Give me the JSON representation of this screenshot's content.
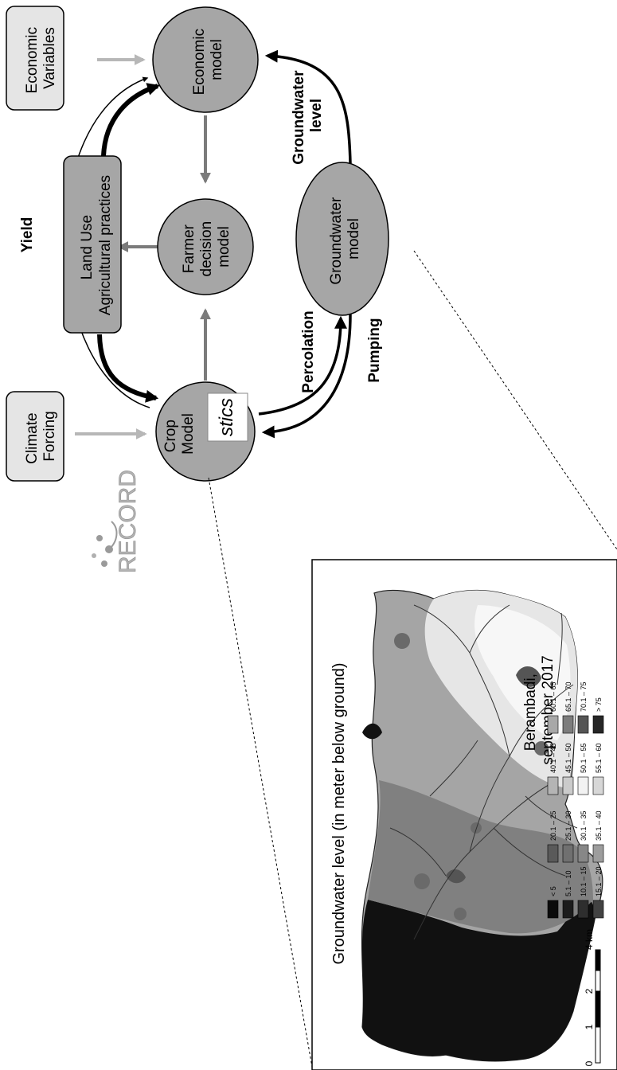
{
  "diagram": {
    "boxes": {
      "economic_variables": [
        "Economic",
        "Variables"
      ],
      "climate_forcing": [
        "Climate",
        "Forcing"
      ],
      "land_use": [
        "Land Use",
        "Agricultural practices"
      ]
    },
    "nodes": {
      "economic_model": [
        "Economic",
        "model"
      ],
      "farmer_decision_model": [
        "Farmer",
        "decision",
        "model"
      ],
      "crop_model": [
        "Crop",
        "Model"
      ],
      "groundwater_model": [
        "Groundwater",
        "model"
      ]
    },
    "edge_labels": {
      "yield": "Yield",
      "groundwater_level": [
        "Groundwater",
        "level"
      ],
      "percolation": "Percolation",
      "pumping": "Pumping"
    },
    "logos": {
      "record": "RECORD",
      "stics": "stics"
    }
  },
  "map": {
    "title": "Groundwater level (in meter below ground)",
    "place": [
      "Berambadi,",
      "september 2017"
    ],
    "legend": {
      "columns": [
        [
          {
            "label": "< 5",
            "color": "#0b0b0b"
          },
          {
            "label": "5.1 – 10",
            "color": "#1c1c1c"
          },
          {
            "label": "10.1 – 15",
            "color": "#2e2e2e"
          },
          {
            "label": "15.1 – 20",
            "color": "#424242"
          }
        ],
        [
          {
            "label": "20.1 – 25",
            "color": "#5a5a5a"
          },
          {
            "label": "25.1 – 30",
            "color": "#707070"
          },
          {
            "label": "30.1 – 35",
            "color": "#878787"
          },
          {
            "label": "35.1 – 40",
            "color": "#9d9d9d"
          }
        ],
        [
          {
            "label": "40.1 – 45",
            "color": "#b4b4b4"
          },
          {
            "label": "45.1 – 50",
            "color": "#cbcbcb"
          },
          {
            "label": "50.1 – 55",
            "color": "#f2f2f2"
          },
          {
            "label": "55.1 – 60",
            "color": "#d7d7d7"
          }
        ],
        [
          {
            "label": "60.1 – 65",
            "color": "#a8a8a8"
          },
          {
            "label": "65.1 – 70",
            "color": "#7c7c7c"
          },
          {
            "label": "70.1 – 75",
            "color": "#555555"
          },
          {
            "label": "> 75",
            "color": "#262626"
          }
        ]
      ]
    },
    "scale": {
      "labels": [
        "0",
        "1",
        "2",
        "4 km"
      ]
    }
  }
}
